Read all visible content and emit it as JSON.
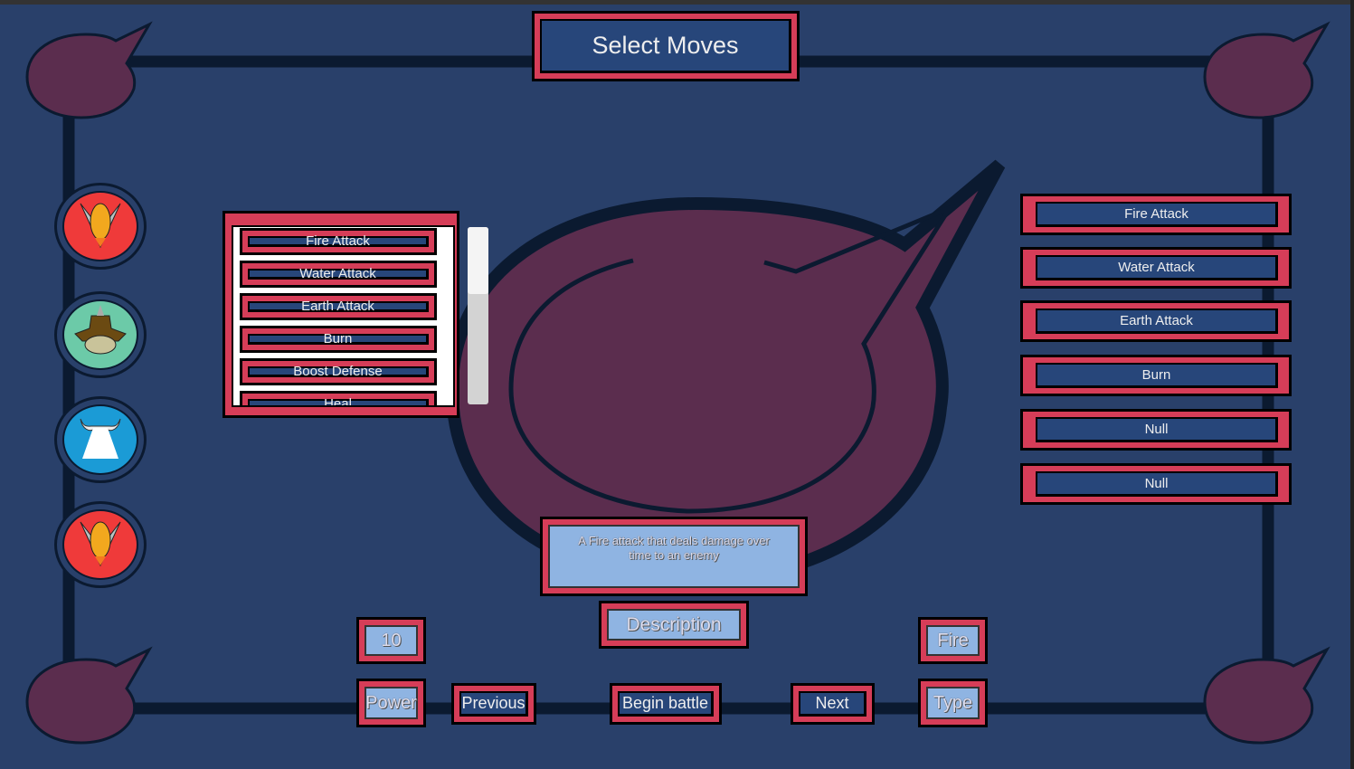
{
  "title": "Select Moves",
  "move_list": {
    "items": [
      "Fire Attack",
      "Water Attack",
      "Earth Attack",
      "Burn",
      "Boost Defense",
      "Heal"
    ],
    "scroll_position": 0
  },
  "selected_moves": [
    "Fire Attack",
    "Water Attack",
    "Earth Attack",
    "Burn",
    "Null",
    "Null"
  ],
  "party": [
    {
      "icon": "fire-creature-icon",
      "color": "#ef3a3a"
    },
    {
      "icon": "earth-creature-icon",
      "color": "#6ccaa8"
    },
    {
      "icon": "water-creature-icon",
      "color": "#1b9bd6"
    },
    {
      "icon": "fire-creature-icon",
      "color": "#ef3a3a"
    }
  ],
  "details": {
    "description_text": "A Fire attack that deals damage over time to an enemy",
    "description_label": "Description",
    "power_value": "10",
    "power_label": "Power",
    "type_value": "Fire",
    "type_label": "Type"
  },
  "nav": {
    "previous": "Previous",
    "begin": "Begin battle",
    "next": "Next"
  },
  "colors": {
    "background": "#29406a",
    "frame_red": "#d63d58",
    "button_blue": "#27467a",
    "panel_light": "#8fb4e2",
    "blob_purple": "#5b2d4e"
  }
}
